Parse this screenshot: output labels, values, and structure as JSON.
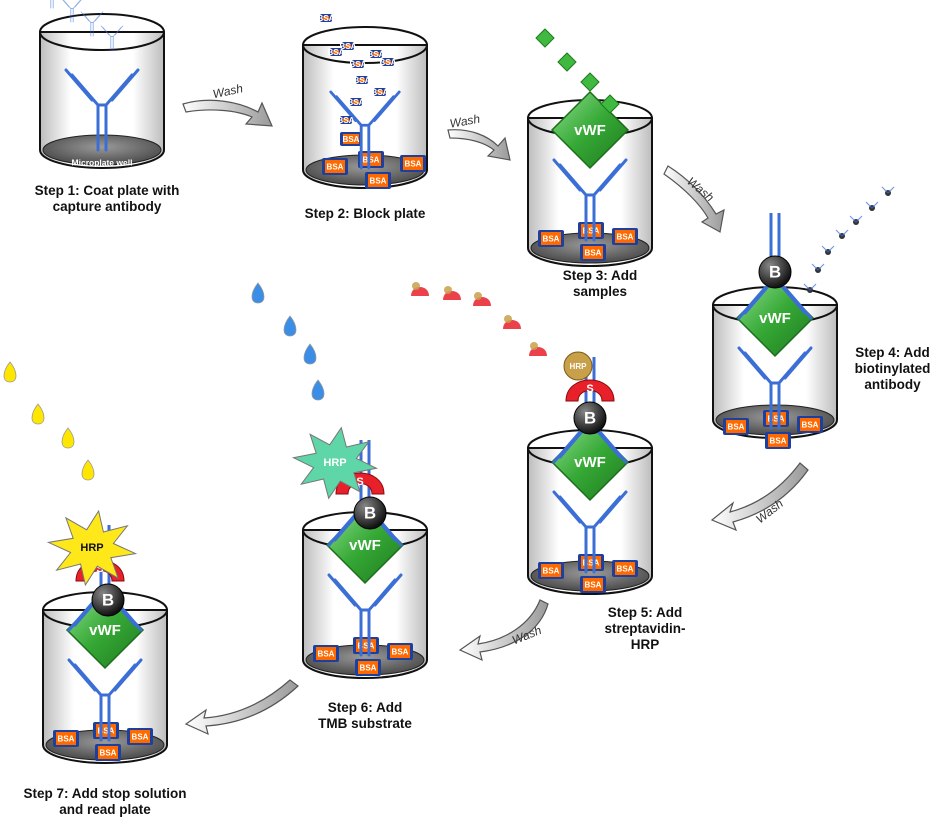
{
  "steps": [
    {
      "line1": "Step 1: Coat plate with",
      "line2": "capture antibody"
    },
    {
      "line1": "Step 2: Block plate",
      "line2": ""
    },
    {
      "line1": "Step 3: Add",
      "line2": "samples"
    },
    {
      "line1": "Step 4: Add",
      "line2": "biotinylated",
      "line3": "antibody"
    },
    {
      "line1": "Step 5: Add",
      "line2": "streptavidin-",
      "line3": "HRP"
    },
    {
      "line1": "Step 6: Add",
      "line2": "TMB substrate"
    },
    {
      "line1": "Step 7: Add stop solution",
      "line2": "and read plate"
    }
  ],
  "labels": {
    "well": "Microplate well",
    "wash": "Wash",
    "bsa": "BSA",
    "vwf": "vWF",
    "biotin": "B",
    "strep": "S",
    "hrp": "HRP"
  },
  "colors": {
    "antibody": "#3b6fd6",
    "bsa_box": "#ff6a00",
    "bsa_frame": "#1d3f9e",
    "vwf": "#3fb93f",
    "biotin": "#2b2b2b",
    "strep": "#e8202a",
    "hrp_step5": "#c9a04a",
    "hrp_step6": "#5fd6a8",
    "hrp_step7": "#ffe81a",
    "tmb_drop": "#3a8ee8",
    "stop_drop": "#ffe600"
  }
}
